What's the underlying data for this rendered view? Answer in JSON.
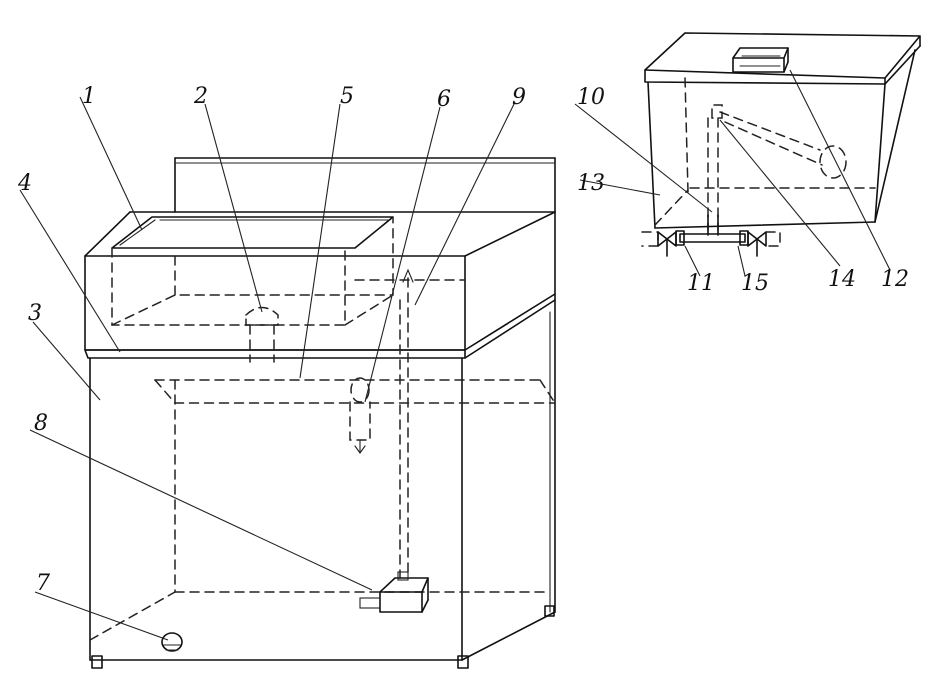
{
  "labels": {
    "l1": "1",
    "l2": "2",
    "l3": "3",
    "l4": "4",
    "l5": "5",
    "l6": "6",
    "l7": "7",
    "l8": "8",
    "l9": "9",
    "l10": "10",
    "l11": "11",
    "l12": "12",
    "l13": "13",
    "l14": "14",
    "l15": "15"
  },
  "colors": {
    "ink": "#111111",
    "paper": "#ffffff"
  }
}
